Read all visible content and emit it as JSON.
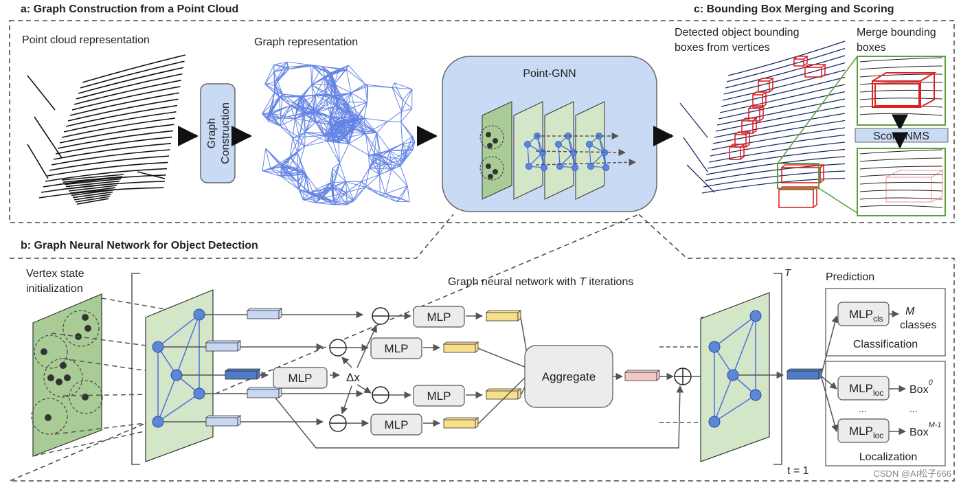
{
  "panel_a": {
    "title": "a: Graph Construction from a Point Cloud",
    "point_cloud_label": "Point cloud representation",
    "graph_construction_line1": "Graph",
    "graph_construction_line2": "Construction",
    "graph_label": "Graph representation",
    "gnn_title": "Point-GNN"
  },
  "panel_c": {
    "title": "c: Bounding Box Merging and Scoring",
    "detected_line1": "Detected object bounding",
    "detected_line2": "boxes from vertices",
    "merge_line1": "Merge bounding",
    "merge_line2": "boxes",
    "score_nms": "Score NMS"
  },
  "panel_b": {
    "title": "b: Graph Neural Network for Object Detection",
    "vertex_line1": "Vertex state",
    "vertex_line2": "initialization",
    "gnn_iter_prefix": "Graph neural network with ",
    "gnn_iter_var": "T",
    "gnn_iter_suffix": " iterations",
    "superscript_T": "T",
    "t1": "t = 1",
    "mlp": "MLP",
    "delta_x": "Δx",
    "aggregate": "Aggregate",
    "prediction": "Prediction",
    "mlp_cls_main": "MLP",
    "mlp_cls_sub": "cls",
    "classes_var": "M",
    "classes_word": "classes",
    "classification": "Classification",
    "mlp_loc_main": "MLP",
    "mlp_loc_sub": "loc",
    "box_word": "Box",
    "box0_sup": "0",
    "boxM_sup": "M-1",
    "ellipsis": "...",
    "localization": "Localization"
  },
  "watermark": "CSDN @AI松子666",
  "colors": {
    "graph_blue": "#4a6fe0",
    "node_blue": "#5b87d6",
    "green_plane": "#d4e6c8",
    "green_dark": "#a9cc96",
    "gnn_box": "#c9daf5",
    "feat_light": "#c8d8f2",
    "feat_dark": "#4f7cc8",
    "feat_yellow": "#f7e08c",
    "feat_pink": "#f2c7c7",
    "bbox_red": "#e02020"
  }
}
